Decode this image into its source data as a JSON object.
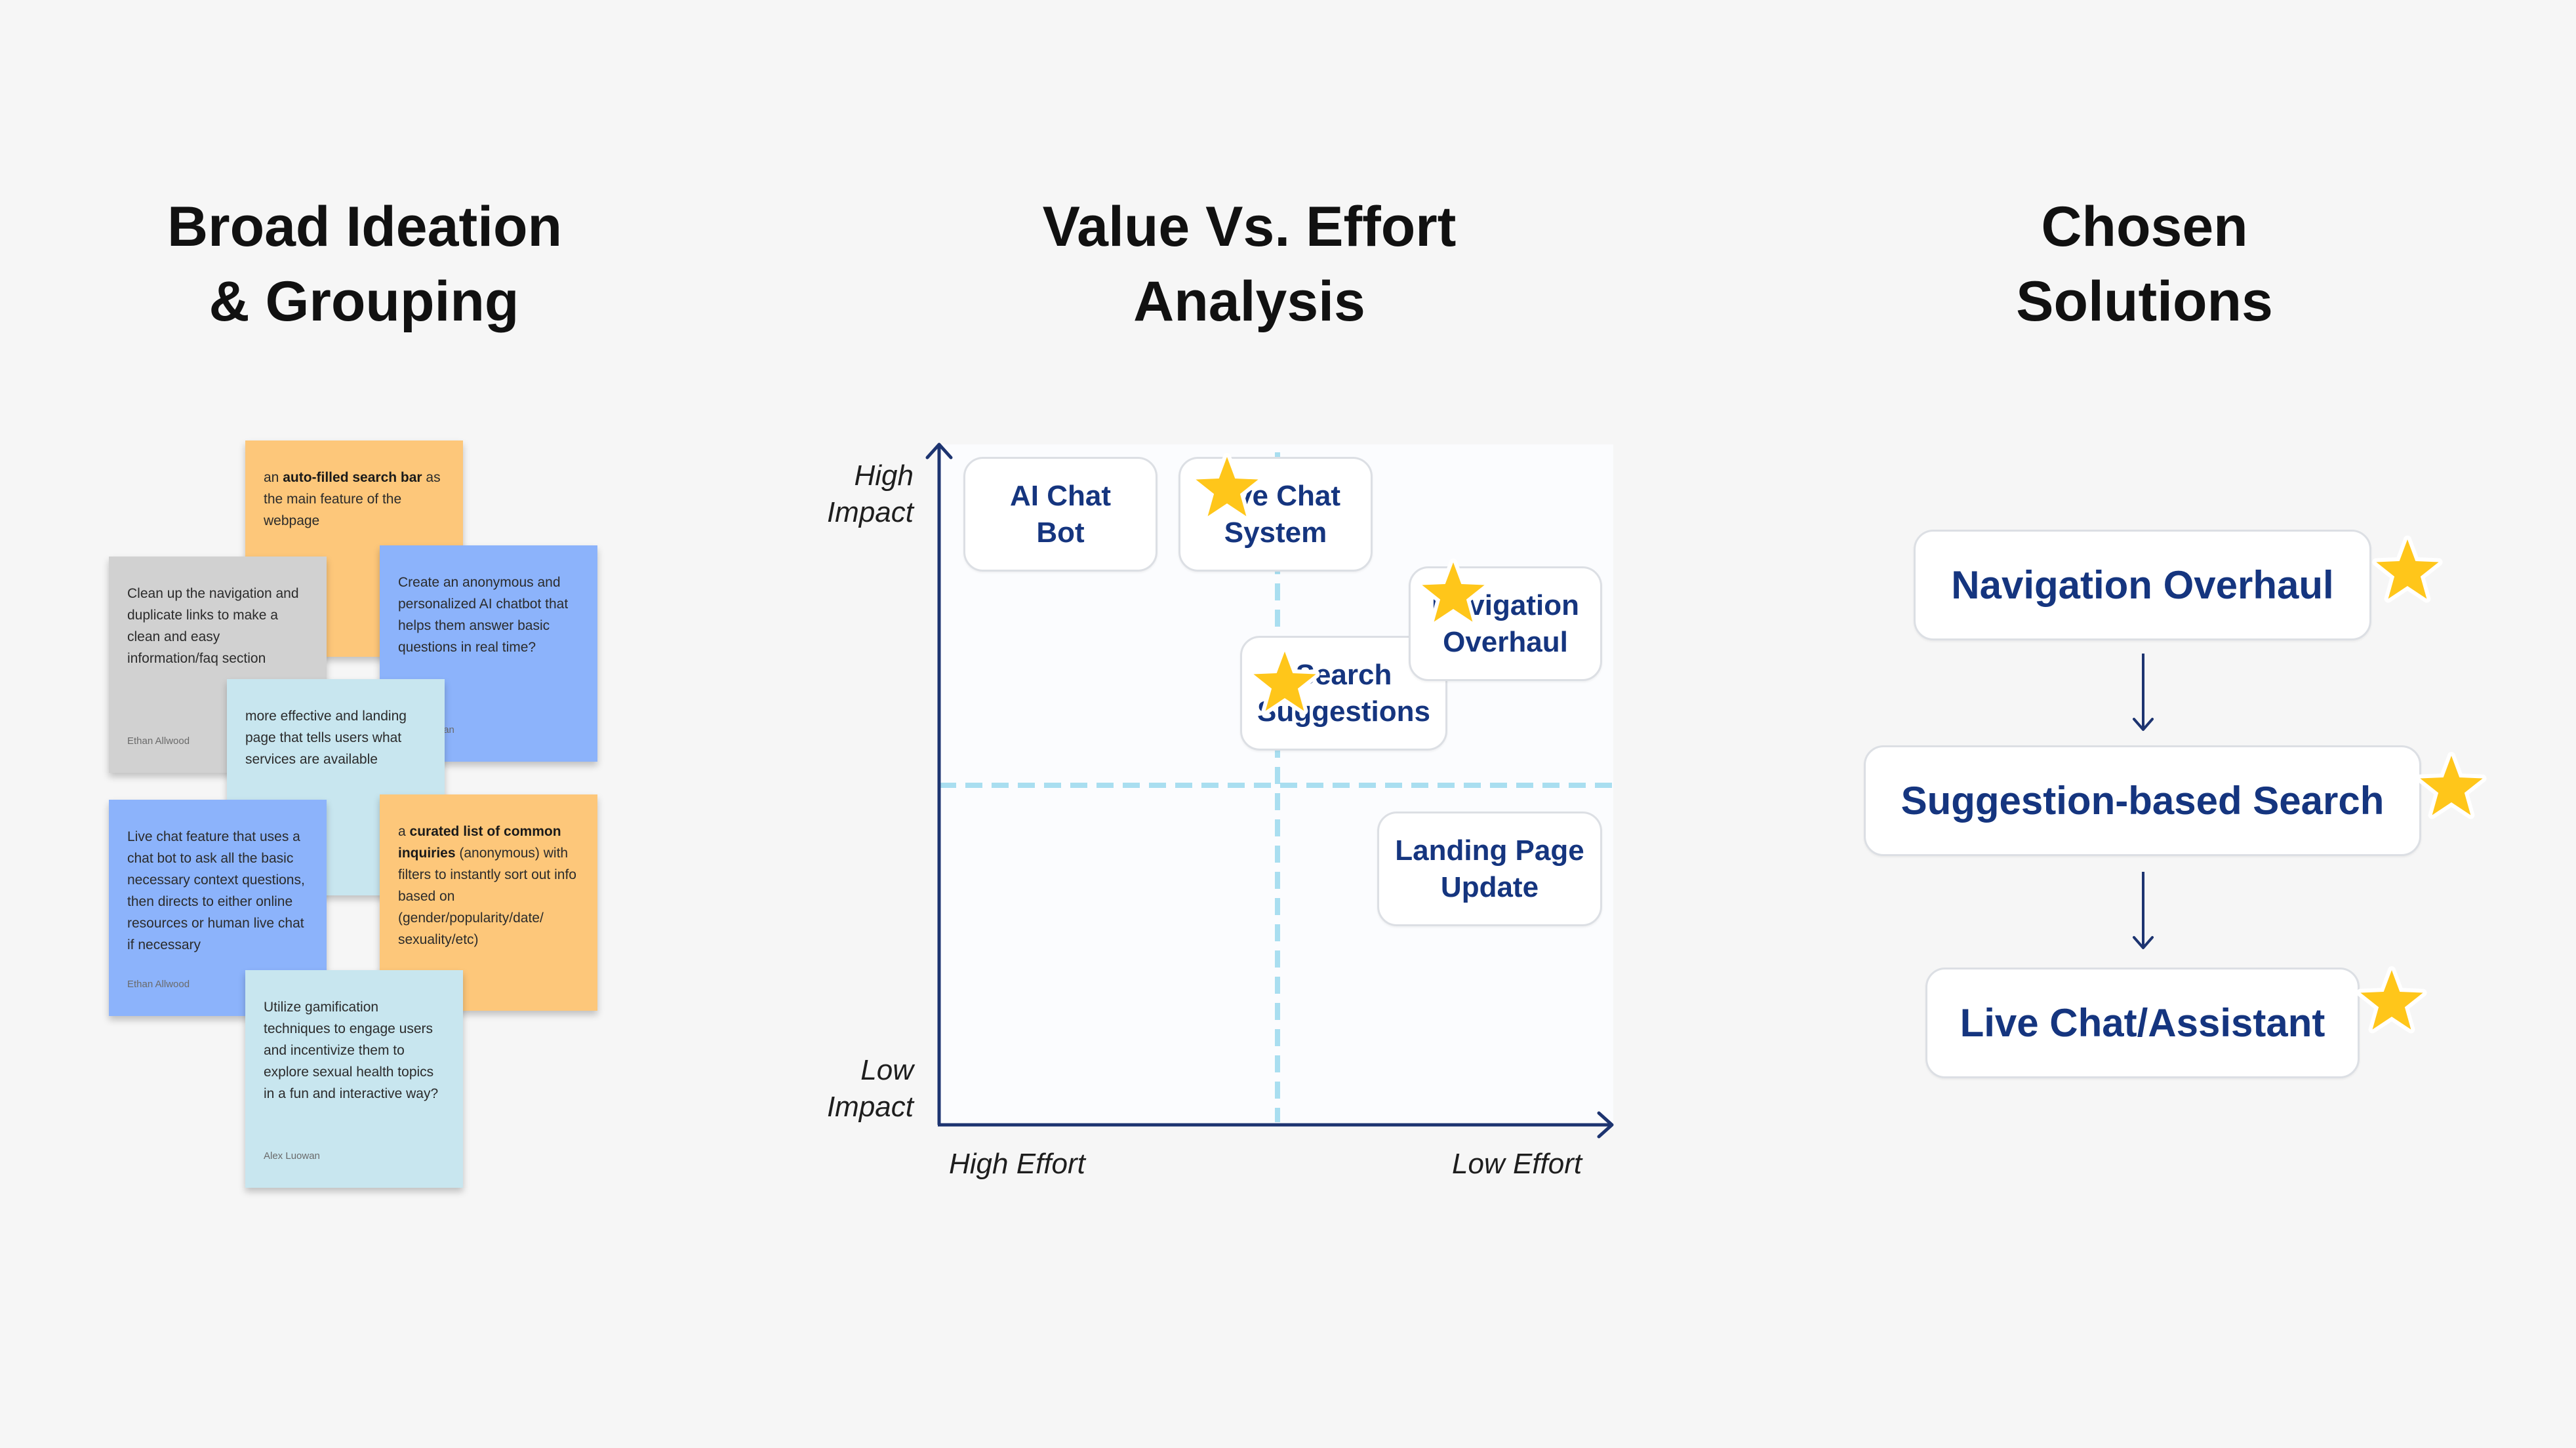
{
  "sections": {
    "ideation": {
      "title_line1": "Broad Ideation",
      "title_line2": "& Grouping"
    },
    "matrix": {
      "title_line1": "Value Vs. Effort",
      "title_line2": "Analysis"
    },
    "solutions": {
      "title_line1": "Chosen",
      "title_line2": "Solutions"
    }
  },
  "sticky_notes": [
    {
      "color": "#fdc77a",
      "pre": "an ",
      "bold": "auto-filled search bar",
      "post": " as the main feature of the webpage",
      "author": ""
    },
    {
      "color": "#d1d1d1",
      "pre": "",
      "bold": "",
      "post": "Clean up the navigation and duplicate links to make a clean and easy information/faq section",
      "author": "Ethan Allwood"
    },
    {
      "color": "#8cb3fb",
      "pre": "",
      "bold": "",
      "post": "Create an anonymous and personalized AI chatbot that helps them answer basic questions in real time?",
      "author": "Alex Luowan"
    },
    {
      "color": "#c8e6ef",
      "pre": "",
      "bold": "",
      "post": "more effective and landing page that tells users what services are available",
      "author": ""
    },
    {
      "color": "#8cb3fb",
      "pre": "",
      "bold": "",
      "post": "Live chat feature that uses a chat bot to ask all the basic necessary context questions, then directs to either online resources or human live chat if necessary",
      "author": "Ethan Allwood"
    },
    {
      "color": "#fdc77a",
      "pre": "a ",
      "bold": "curated list of common inquiries",
      "post": " (anonymous) with filters to instantly sort out info based on (gender/popularity/date/ sexuality/etc)",
      "author": ""
    },
    {
      "color": "#c8e6ef",
      "pre": "",
      "bold": "",
      "post": "Utilize gamification techniques to engage users and incentivize them to explore sexual health topics in a fun and interactive way?",
      "author": "Alex Luowan"
    }
  ],
  "matrix": {
    "y_axis": {
      "high_line1": "High",
      "high_line2": "Impact",
      "low_line1": "Low",
      "low_line2": "Impact"
    },
    "x_axis": {
      "high": "High Effort",
      "low": "Low Effort"
    },
    "cards": [
      {
        "line1": "AI Chat",
        "line2": "Bot",
        "starred": false
      },
      {
        "line1": "Live Chat",
        "line2": "System",
        "starred": true
      },
      {
        "line1": "Navigation",
        "line2": "Overhaul",
        "starred": true
      },
      {
        "line1": "Search",
        "line2": "Suggestions",
        "starred": true
      },
      {
        "line1": "Landing Page",
        "line2": "Update",
        "starred": false
      }
    ]
  },
  "solutions": [
    {
      "label": "Navigation Overhaul",
      "starred": true
    },
    {
      "label": "Suggestion-based Search",
      "starred": true
    },
    {
      "label": "Live Chat/Assistant",
      "starred": true
    }
  ],
  "colors": {
    "background": "#f6f6f6",
    "title": "#111111",
    "card_text": "#15357f",
    "axis": "#1d3470",
    "divider": "#a9def0",
    "star_fill": "#ffc61a",
    "card_border": "#dcdfe4"
  },
  "icons": {
    "star": "star-icon",
    "arrow": "arrow-down-icon"
  }
}
